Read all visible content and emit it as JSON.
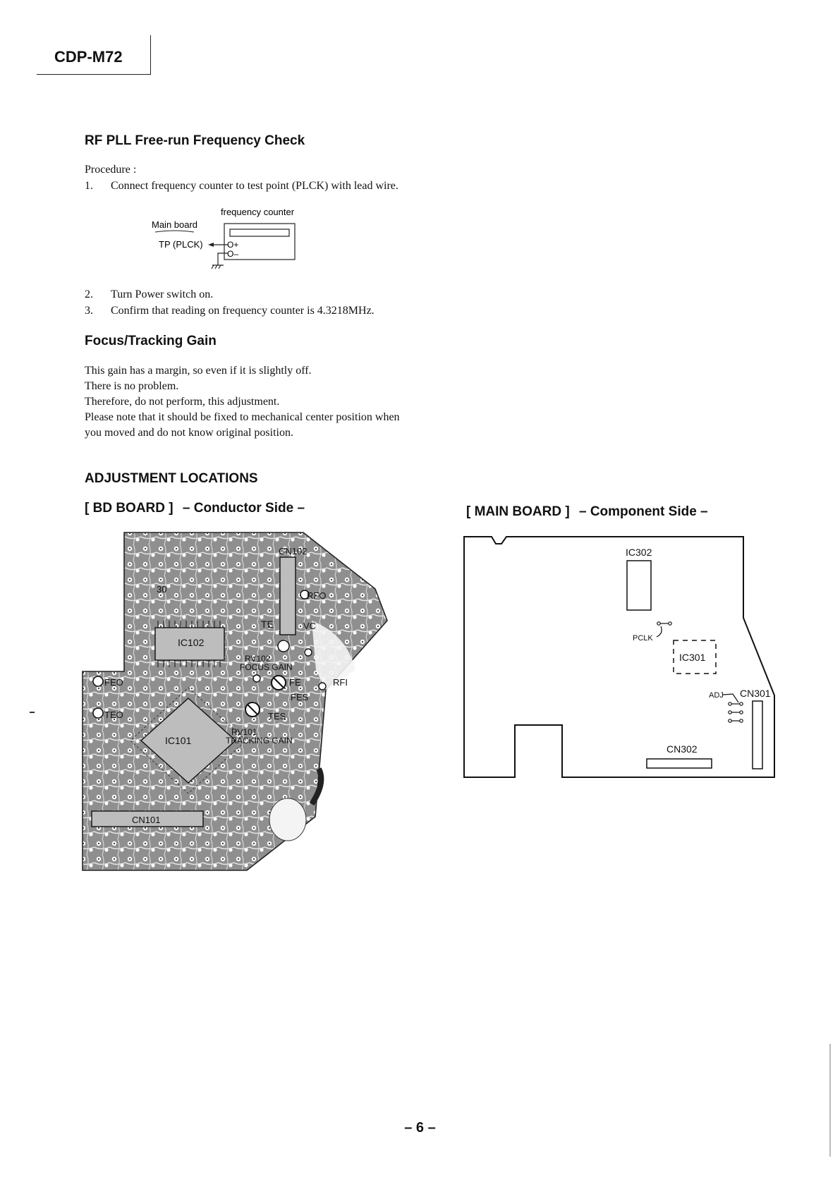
{
  "header": {
    "model": "CDP-M72"
  },
  "rf_pll": {
    "title": "RF PLL Free-run Frequency Check",
    "procedure_label": "Procedure :",
    "steps": [
      {
        "num": "1.",
        "text": "Connect frequency counter to test point (PLCK) with lead wire."
      },
      {
        "num": "2.",
        "text": "Turn Power switch on."
      },
      {
        "num": "3.",
        "text": "Confirm that reading on frequency counter is 4.3218MHz."
      }
    ],
    "diagram": {
      "counter_label": "frequency counter",
      "board_label": "Main board",
      "tp_label": "TP (PLCK)",
      "plus": "O+",
      "minus": "O–"
    }
  },
  "focus_tracking": {
    "title": "Focus/Tracking Gain",
    "lines": [
      "This gain has a margin, so even if it is slightly off.",
      "There is no problem.",
      "Therefore, do not perform, this adjustment.",
      "Please note that it should be fixed to mechanical center position when",
      "you moved and do not know original position."
    ]
  },
  "adjustment": {
    "title": "ADJUSTMENT LOCATIONS",
    "bd_board": {
      "title": "[ BD BOARD ]",
      "side": "– Conductor Side –",
      "labels": {
        "cn102": "CN102",
        "rfo": "RFO",
        "ic102": "IC102",
        "pin30": "30",
        "te": "TE",
        "vc": "VC",
        "feo": "FEO",
        "fe_rv": "RV102",
        "focus_gain": "FOCUS GAIN",
        "fe": "FE",
        "fes": "FES",
        "rfi": "RFI",
        "teo": "TEO",
        "ic101": "IC101",
        "tes": "TES",
        "rv101": "RV101",
        "tracking_gain": "TRACKING GAIN",
        "cn101": "CN101"
      }
    },
    "main_board": {
      "title": "[ MAIN BOARD ]",
      "side": "– Component Side –",
      "labels": {
        "ic302": "IC302",
        "pclk": "PCLK",
        "ic301": "IC301",
        "adj": "ADJ",
        "cn301": "CN301",
        "cn302": "CN302"
      }
    }
  },
  "footer": {
    "page": "– 6 –"
  }
}
